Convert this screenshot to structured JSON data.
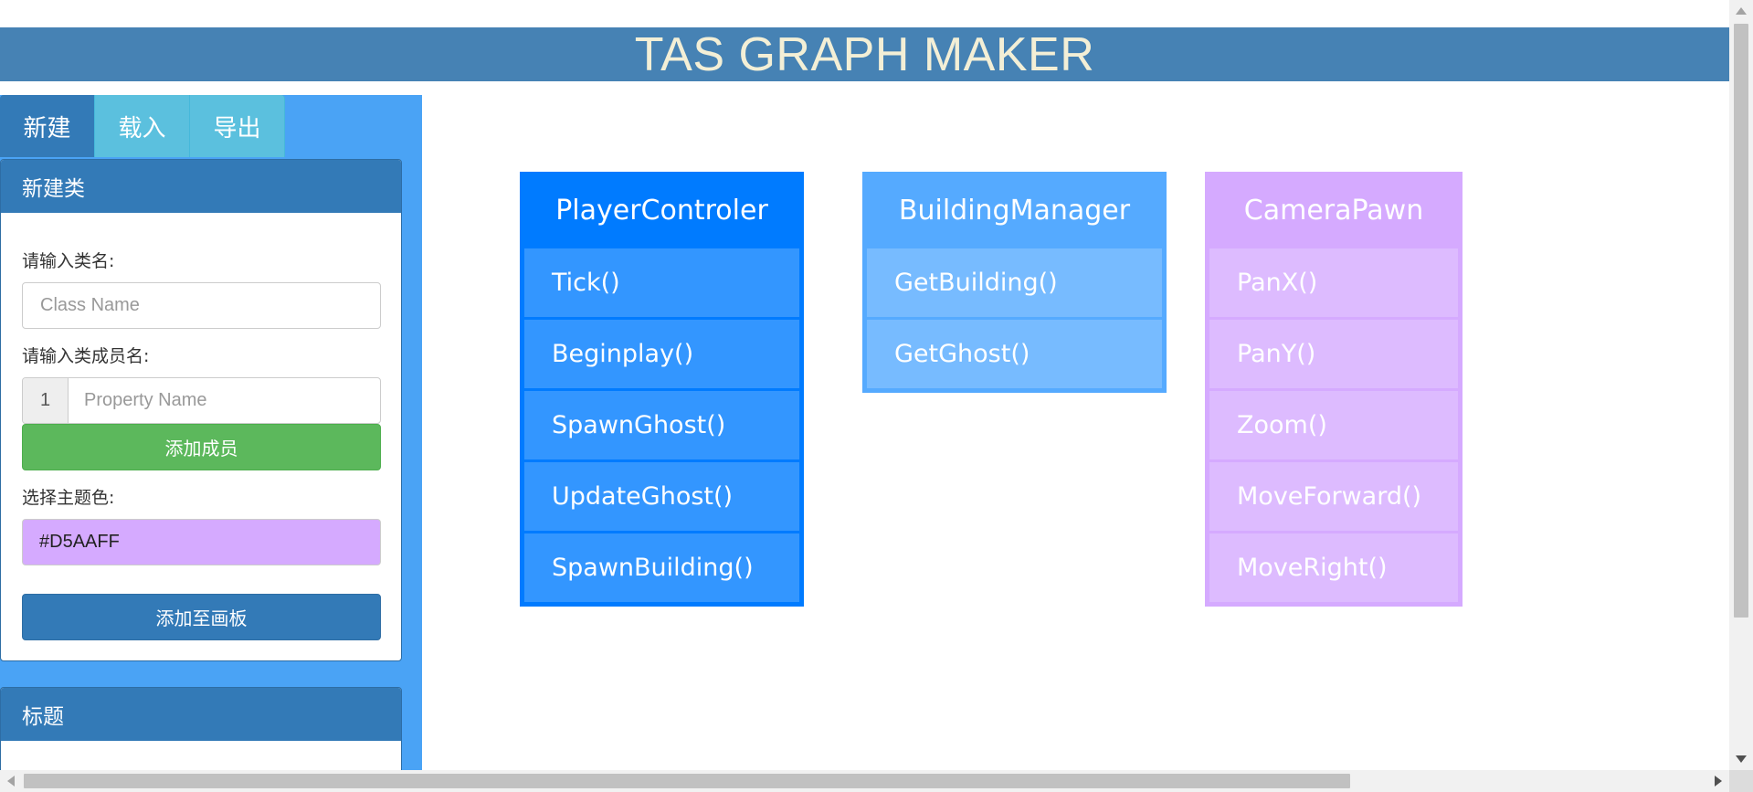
{
  "app": {
    "title": "TAS GRAPH MAKER"
  },
  "sidebar": {
    "tabs": [
      {
        "label": "新建",
        "active": true
      },
      {
        "label": "载入",
        "active": false
      },
      {
        "label": "导出",
        "active": false
      }
    ],
    "new_class_panel": {
      "heading": "新建类",
      "class_name_label": "请输入类名:",
      "class_name_placeholder": "Class Name",
      "member_label": "请输入类成员名:",
      "member_index": "1",
      "member_placeholder": "Property Name",
      "add_member_button": "添加成员",
      "theme_color_label": "选择主题色:",
      "theme_color_value": "#D5AAFF",
      "add_to_canvas_button": "添加至画板"
    },
    "title_panel": {
      "heading": "标题"
    }
  },
  "canvas": {
    "classes": [
      {
        "name": "PlayerControler",
        "color": "#007bff",
        "member_color": "#3396ff",
        "members": [
          "Tick()",
          "Beginplay()",
          "SpawnGhost()",
          "UpdateGhost()",
          "SpawnBuilding()"
        ]
      },
      {
        "name": "BuildingManager",
        "color": "#55aaff",
        "member_color": "#77bbff",
        "members": [
          "GetBuilding()",
          "GetGhost()"
        ]
      },
      {
        "name": "CameraPawn",
        "color": "#d5aaff",
        "member_color": "#ddbbff",
        "members": [
          "PanX()",
          "PanY()",
          "Zoom()",
          "MoveForward()",
          "MoveRight()"
        ]
      }
    ]
  },
  "colors": {
    "header_bg": "#4682b4",
    "header_text": "#f3efd6",
    "sidebar_bg": "#4aa3f5",
    "primary": "#337ab7",
    "success": "#5cb85c",
    "tab_inactive": "#5bc0de"
  }
}
